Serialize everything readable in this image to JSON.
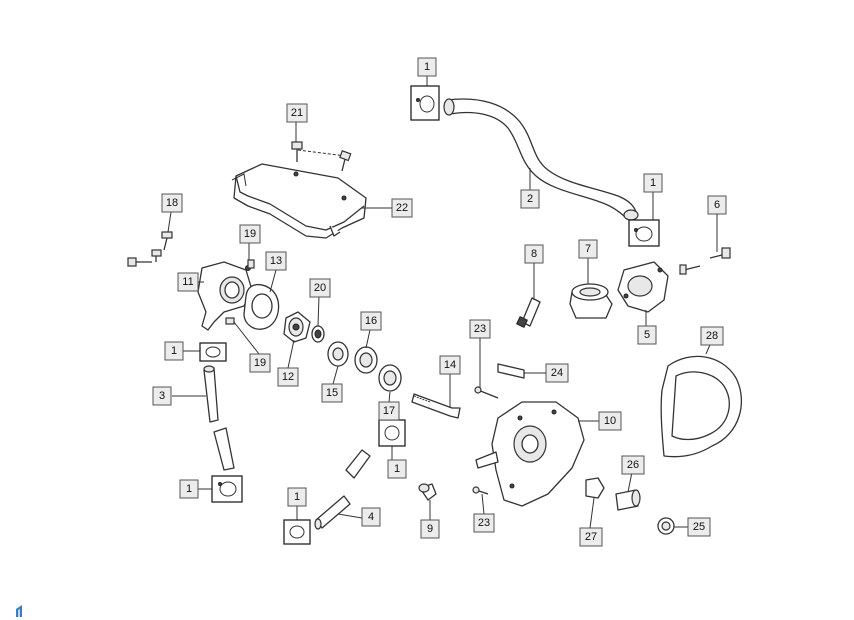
{
  "labels": [
    {
      "id": "c1",
      "text": "1"
    },
    {
      "id": "c2",
      "text": "1"
    },
    {
      "id": "c3",
      "text": "1"
    },
    {
      "id": "c4",
      "text": "1"
    },
    {
      "id": "c5",
      "text": "1"
    },
    {
      "id": "c6",
      "text": "1"
    },
    {
      "id": "p2",
      "text": "2"
    },
    {
      "id": "p3",
      "text": "3"
    },
    {
      "id": "p4",
      "text": "4"
    },
    {
      "id": "p5",
      "text": "5"
    },
    {
      "id": "p6",
      "text": "6"
    },
    {
      "id": "p7",
      "text": "7"
    },
    {
      "id": "p8",
      "text": "8"
    },
    {
      "id": "p9",
      "text": "9"
    },
    {
      "id": "p10",
      "text": "10"
    },
    {
      "id": "p11",
      "text": "11"
    },
    {
      "id": "p12",
      "text": "12"
    },
    {
      "id": "p13",
      "text": "13"
    },
    {
      "id": "p14",
      "text": "14"
    },
    {
      "id": "p15",
      "text": "15"
    },
    {
      "id": "p16",
      "text": "16"
    },
    {
      "id": "p17",
      "text": "17"
    },
    {
      "id": "p18",
      "text": "18"
    },
    {
      "id": "p19a",
      "text": "19"
    },
    {
      "id": "p19b",
      "text": "19"
    },
    {
      "id": "p20",
      "text": "20"
    },
    {
      "id": "p21",
      "text": "21"
    },
    {
      "id": "p22",
      "text": "22"
    },
    {
      "id": "p23a",
      "text": "23"
    },
    {
      "id": "p23b",
      "text": "23"
    },
    {
      "id": "p24",
      "text": "24"
    },
    {
      "id": "p25",
      "text": "25"
    },
    {
      "id": "p26",
      "text": "26"
    },
    {
      "id": "p27",
      "text": "27"
    },
    {
      "id": "p28",
      "text": "28"
    }
  ],
  "logo": {
    "icon": "brand-logo-icon",
    "color": "#3a7fc4"
  }
}
